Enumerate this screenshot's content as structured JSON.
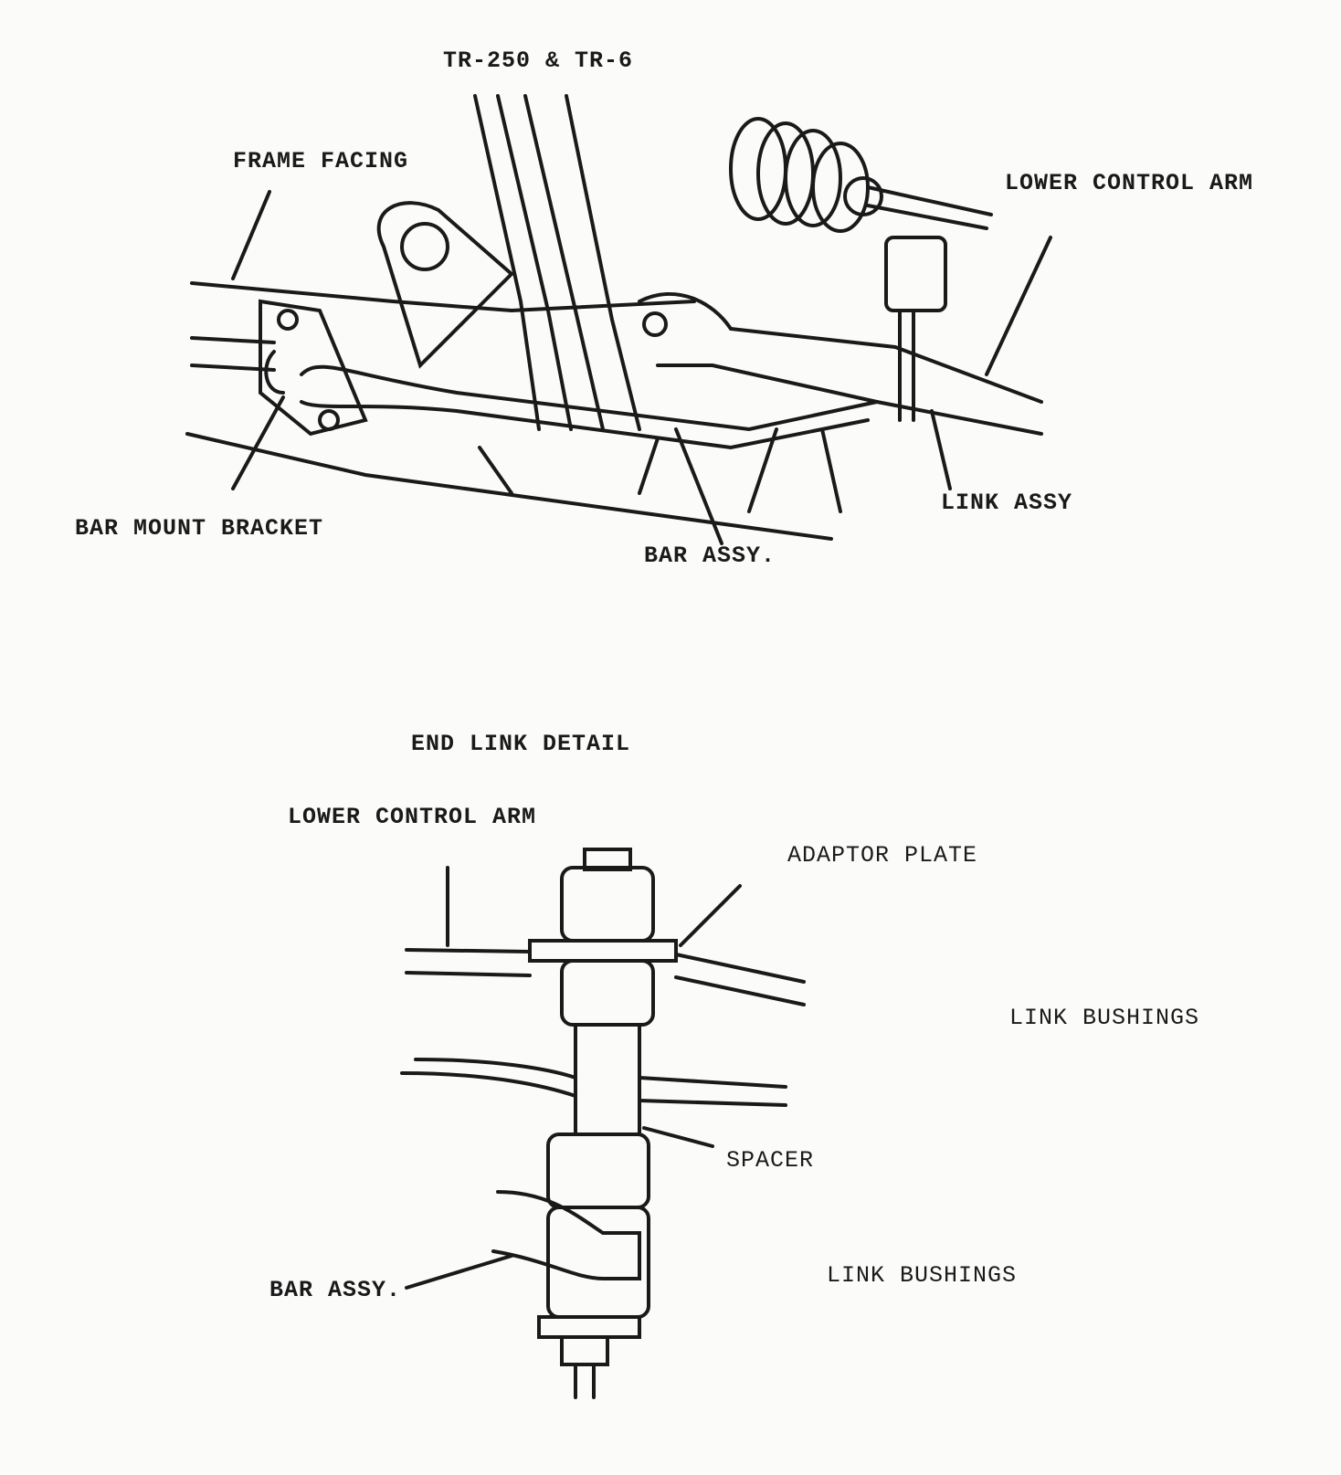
{
  "top_diagram": {
    "title": "TR-250 & TR-6",
    "labels": {
      "frame_facing": "FRAME FACING",
      "lower_control_arm": "LOWER CONTROL ARM",
      "bar_mount_bracket": "BAR MOUNT BRACKET",
      "bar_assy": "BAR ASSY.",
      "link_assy": "LINK ASSY"
    }
  },
  "detail_diagram": {
    "title": "END LINK DETAIL",
    "labels": {
      "lower_control_arm": "LOWER CONTROL ARM",
      "adaptor_plate": "ADAPTOR PLATE",
      "link_bushings_upper": "LINK BUSHINGS",
      "spacer": "SPACER",
      "link_bushings_lower": "LINK BUSHINGS",
      "bar_assy": "BAR ASSY."
    }
  }
}
